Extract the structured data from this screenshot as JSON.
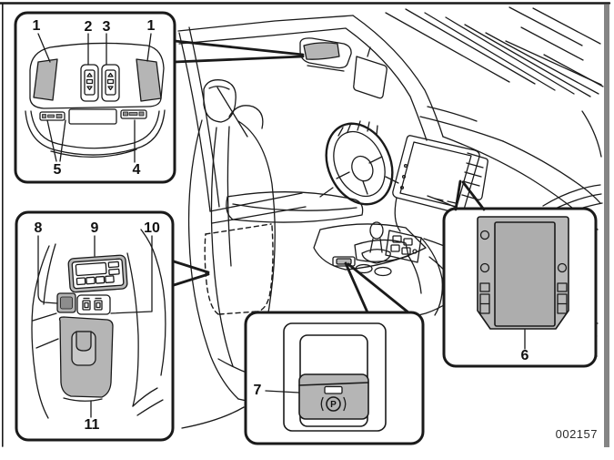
{
  "figure": {
    "description": "vehicle interior overview illustration",
    "code": "002157"
  },
  "colors": {
    "line": "#1a1a1a",
    "shade": "#b5b5b5",
    "screen_shade": "#adadad",
    "bezel": "#b8b8b8",
    "page_edge_bar": "#858585",
    "background": "#ffffff"
  },
  "callouts": {
    "overhead": {
      "n1_left": "1",
      "n2": "2",
      "n3": "3",
      "n1_right": "1",
      "n5": "5",
      "n4": "4"
    },
    "rear_console": {
      "n8": "8",
      "n9": "9",
      "n10": "10",
      "n11": "11"
    },
    "parking_brake": {
      "n7": "7",
      "switch_symbol": "P"
    },
    "display": {
      "n6": "6"
    }
  }
}
